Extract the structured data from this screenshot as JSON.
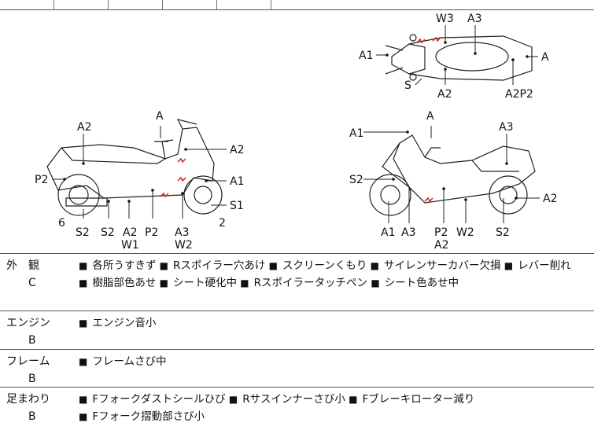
{
  "diagram": {
    "labels": {
      "left_A2_top": "A2",
      "left_A_top": "A",
      "left_A2_right": "A2",
      "left_A1": "A1",
      "left_S1": "S1",
      "left_P2": "P2",
      "left_6": "6",
      "left_2": "2",
      "left_S2a": "S2",
      "left_S2b": "S2",
      "left_A2_bottom": "A2",
      "left_W1": "W1",
      "left_P2_bottom": "P2",
      "left_A3": "A3",
      "left_W2": "W2",
      "top_W3": "W3",
      "top_A3": "A3",
      "top_A1": "A1",
      "top_A": "A",
      "top_S": "S",
      "top_A2": "A2",
      "top_A2P2": "A2P2",
      "right_A1": "A1",
      "right_A": "A",
      "right_A3": "A3",
      "right_S2": "S2",
      "right_A2": "A2",
      "right_A1_bottom": "A1",
      "right_A3_bottom": "A3",
      "right_P2": "P2",
      "right_A2_bottom": "A2",
      "right_W2": "W2",
      "right_S2_bottom": "S2"
    }
  },
  "rows": [
    {
      "category": "外　観",
      "grade": "C",
      "items": [
        "各所うすきず",
        "Rスポイラー穴あけ",
        "スクリーンくもり",
        "サイレンサーカバー欠損",
        "レバー削れ",
        "樹脂部色あせ",
        "シート硬化中",
        "Rスポイラータッチペン",
        "シート色あせ中"
      ]
    },
    {
      "category": "エンジン",
      "grade": "B",
      "items": [
        "エンジン音小"
      ]
    },
    {
      "category": "フレーム",
      "grade": "B",
      "items": [
        "フレームさび中"
      ]
    },
    {
      "category": "足まわり",
      "grade": "B",
      "items": [
        "Fフォークダストシールひび",
        "Rサスインナーさび小",
        "Fブレーキローター減り",
        "Fフォーク摺動部さび小"
      ]
    }
  ],
  "bullet": "■"
}
